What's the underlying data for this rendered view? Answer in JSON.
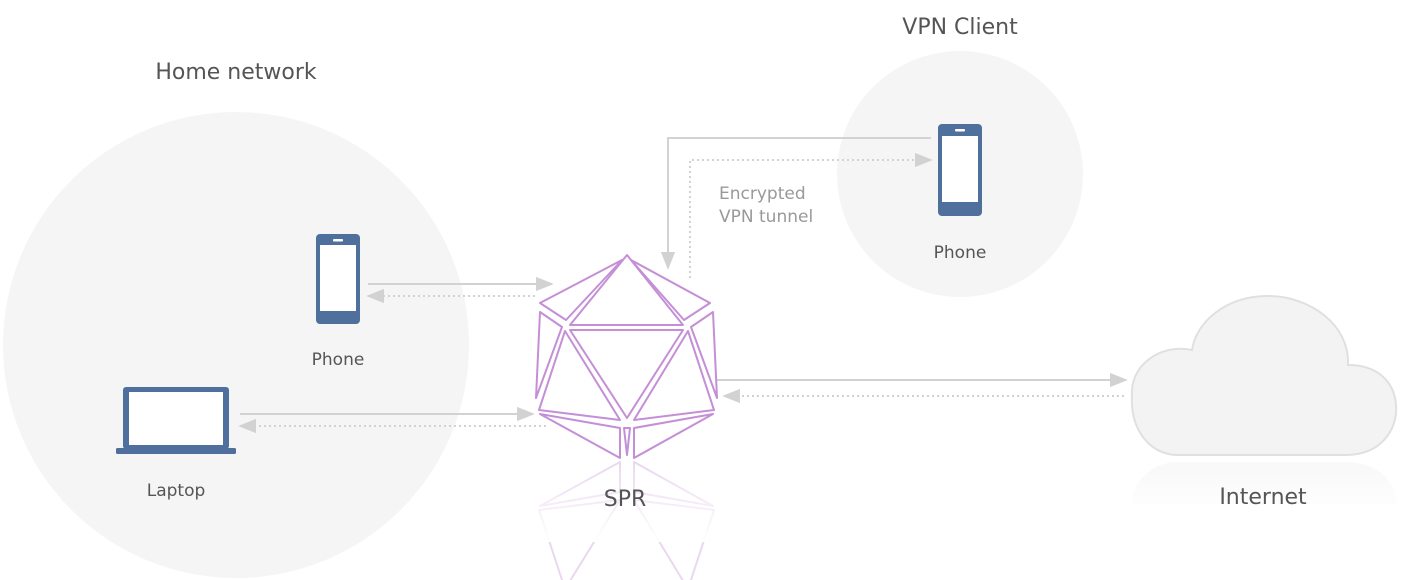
{
  "groups": {
    "home": {
      "title": "Home network"
    },
    "vpn": {
      "title": "VPN Client"
    }
  },
  "devices": {
    "home_phone": {
      "label": "Phone",
      "icon": "phone-icon"
    },
    "laptop": {
      "label": "Laptop",
      "icon": "laptop-icon"
    },
    "vpn_phone": {
      "label": "Phone",
      "icon": "phone-icon"
    },
    "router": {
      "label": "SPR",
      "icon": "polyhedron-logo-icon"
    },
    "internet": {
      "label": "Internet",
      "icon": "cloud-icon"
    }
  },
  "tunnel": {
    "line1": "Encrypted",
    "line2": "VPN tunnel"
  },
  "colors": {
    "device": "#4f6f9c",
    "router": "#c48fd6",
    "arrow": "#d2d2d2",
    "group_bg": "#f5f5f5",
    "text": "#555555",
    "muted_text": "#999999"
  }
}
